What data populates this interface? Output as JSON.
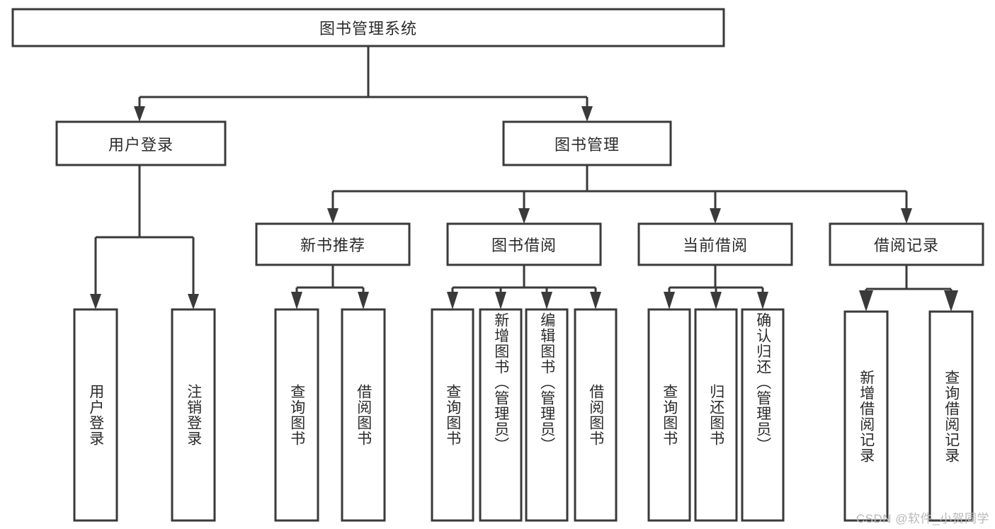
{
  "diagram": {
    "type": "tree-hierarchy",
    "title": "图书管理系统",
    "watermark": "CSDN @软件_小贺同学",
    "root": {
      "id": "root",
      "label": "图书管理系统",
      "orientation": "horizontal"
    },
    "level1": [
      {
        "id": "user-login",
        "label": "用户登录",
        "orientation": "horizontal"
      },
      {
        "id": "book-manage",
        "label": "图书管理",
        "orientation": "horizontal"
      }
    ],
    "level2": [
      {
        "id": "new-book-recommend",
        "label": "新书推荐",
        "parent": "book-manage",
        "orientation": "horizontal"
      },
      {
        "id": "book-borrow",
        "label": "图书借阅",
        "parent": "book-manage",
        "orientation": "horizontal"
      },
      {
        "id": "current-borrow",
        "label": "当前借阅",
        "parent": "book-manage",
        "orientation": "horizontal"
      },
      {
        "id": "borrow-record",
        "label": "借阅记录",
        "parent": "book-manage",
        "orientation": "horizontal"
      }
    ],
    "leaves": [
      {
        "id": "leaf-user-login",
        "label": "用户登录",
        "parent": "user-login",
        "orientation": "vertical"
      },
      {
        "id": "leaf-user-logout",
        "label": "注销登录",
        "parent": "user-login",
        "orientation": "vertical"
      },
      {
        "id": "leaf-query-book-1",
        "label": "查询图书",
        "parent": "new-book-recommend",
        "orientation": "vertical"
      },
      {
        "id": "leaf-borrow-book-1",
        "label": "借阅图书",
        "parent": "new-book-recommend",
        "orientation": "vertical"
      },
      {
        "id": "leaf-query-book-2",
        "label": "查询图书",
        "parent": "book-borrow",
        "orientation": "vertical"
      },
      {
        "id": "leaf-add-book",
        "label": "新增图书（管理员）",
        "parent": "book-borrow",
        "orientation": "vertical"
      },
      {
        "id": "leaf-edit-book",
        "label": "编辑图书（管理员）",
        "parent": "book-borrow",
        "orientation": "vertical"
      },
      {
        "id": "leaf-borrow-book-2",
        "label": "借阅图书",
        "parent": "book-borrow",
        "orientation": "vertical"
      },
      {
        "id": "leaf-query-book-3",
        "label": "查询图书",
        "parent": "current-borrow",
        "orientation": "vertical"
      },
      {
        "id": "leaf-return-book",
        "label": "归还图书",
        "parent": "current-borrow",
        "orientation": "vertical"
      },
      {
        "id": "leaf-confirm-return",
        "label": "确认归还（管理员）",
        "parent": "current-borrow",
        "orientation": "vertical"
      },
      {
        "id": "leaf-add-record",
        "label": "新增借阅记录",
        "parent": "borrow-record",
        "orientation": "vertical"
      },
      {
        "id": "leaf-query-record",
        "label": "查询借阅记录",
        "parent": "borrow-record",
        "orientation": "vertical"
      }
    ],
    "colors": {
      "box_stroke": "#3a3a3a",
      "box_fill": "#ffffff",
      "text": "#2b2b2b",
      "connector": "#3a3a3a",
      "watermark": "#b9b9b9",
      "canvas": "#ffffff"
    }
  }
}
